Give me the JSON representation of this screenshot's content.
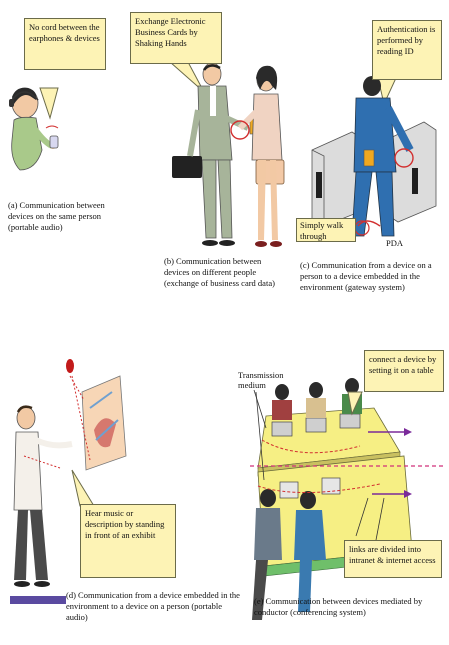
{
  "panels": {
    "a": {
      "callout": "No cord between the earphones & devices",
      "caption": "(a) Communication between devices on the same person (portable audio)"
    },
    "b": {
      "callout": "Exchange Electronic Business Cards by Shaking Hands",
      "caption": "(b) Communication between devices on different people (exchange of business card data)"
    },
    "c": {
      "callout": "Authentication is performed by reading ID",
      "walk_label": "Simply walk through",
      "pda_label": "PDA",
      "caption": "(c) Communication from a device on a person to a device embedded in the environment (gateway system)"
    },
    "d": {
      "callout": "Hear music or description by standing in front of an exhibit",
      "caption": "(d) Communication from a device embedded in the environment to a device on a person (portable audio)"
    },
    "e": {
      "medium_label": "Transmission medium",
      "callout_table": "connect a device by setting it on a table",
      "callout_links": "links are divided into intranet & internet access",
      "caption": "(e) Communication between devices mediated by conductor (conferencing system)"
    }
  },
  "colors": {
    "callout_fill": "#fdf3b5",
    "skin": "#f2c9a4",
    "shirt_green": "#a9c98a",
    "suit_gray": "#a7b49a",
    "suit_blue": "#2f6fb0",
    "table_yellow": "#f6ef84",
    "table_green": "#6fbf6a",
    "arrow_purple": "#7a2a9a",
    "dash_magenta": "#d0307a",
    "signal_red": "#d23030"
  }
}
